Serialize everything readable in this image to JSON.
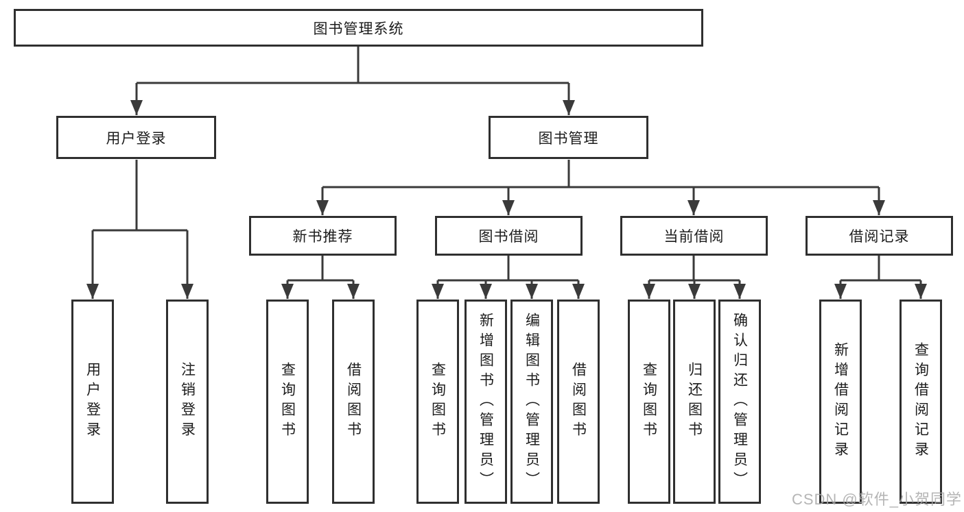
{
  "diagram": {
    "title": "图书管理系统",
    "watermark": "CSDN @软件_小贺同学",
    "colors": {
      "line": "#3a3a3a",
      "box_border": "#2f2f2f",
      "box_background": "#ffffff",
      "text": "#1c1c1c",
      "watermark": "#a8a8a8"
    },
    "root": {
      "label": "图书管理系统"
    },
    "level2": [
      {
        "label": "用户登录",
        "children": [
          "用户登录",
          "注销登录"
        ]
      },
      {
        "label": "图书管理"
      }
    ],
    "level3": [
      {
        "label": "新书推荐",
        "children": [
          "查询图书",
          "借阅图书"
        ]
      },
      {
        "label": "图书借阅",
        "children": [
          "查询图书",
          "新增图书（管理员）",
          "编辑图书（管理员）",
          "借阅图书"
        ]
      },
      {
        "label": "当前借阅",
        "children": [
          "查询图书",
          "归还图书",
          "确认归还（管理员）"
        ]
      },
      {
        "label": "借阅记录",
        "children": [
          "新增借阅记录",
          "查询借阅记录"
        ]
      }
    ]
  }
}
